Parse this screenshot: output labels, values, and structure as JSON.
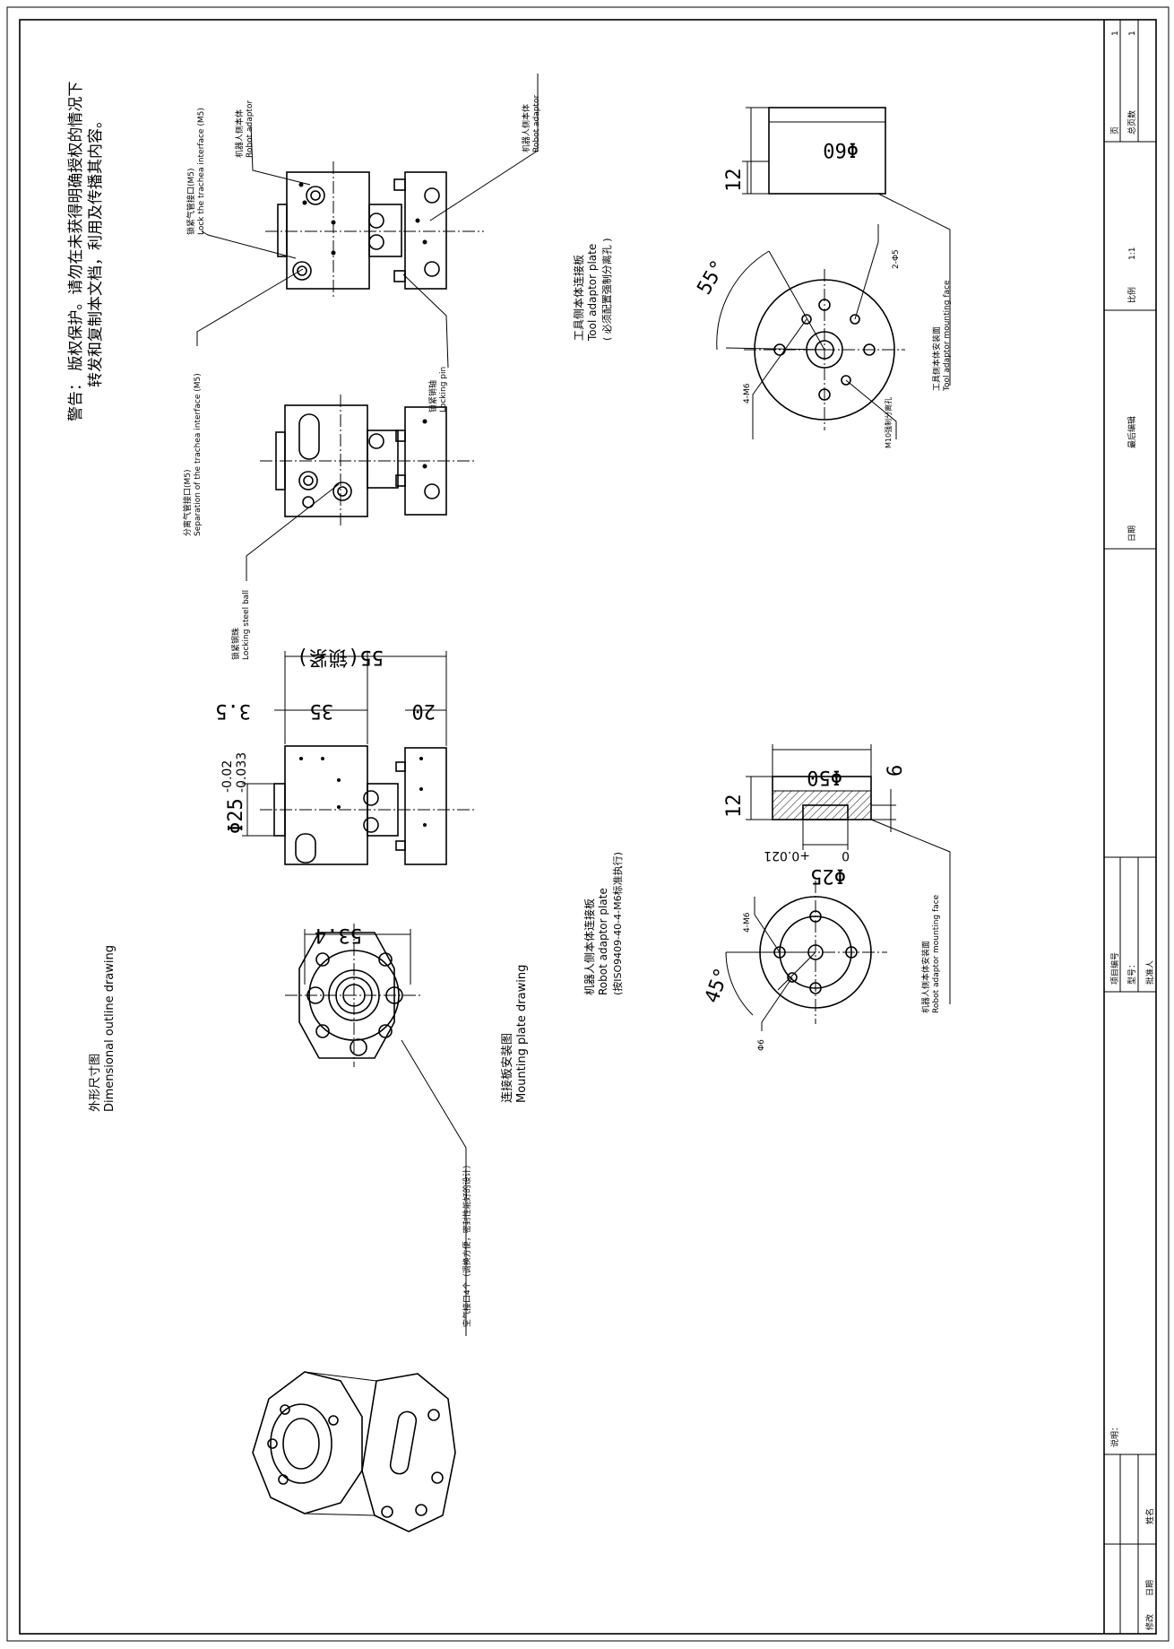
{
  "warning": {
    "line1": "警告： 版权保护。请勿在未获得明确授权的情况下",
    "line2": "转发和复制本文档，利用及传播其内容。"
  },
  "labels": {
    "tracheal_lock_cn": "锁紧气管接口(M5)",
    "tracheal_lock_en": "Lock the trachea interface (M5)",
    "robot_adaptor_cn_top": "机器人侧本体",
    "robot_adaptor_en_top": "Robot adaptor",
    "robot_adaptor_cn_right": "机器人侧本体",
    "robot_adaptor_en_right": "Robot adaptor",
    "locking_pin_cn": "锁紧销轴",
    "locking_pin_en": "Locking pin",
    "tracheal_sep_cn": "分离气管接口(M5)",
    "tracheal_sep_en": "Separation of the trachea interface (M5)",
    "steel_ball_cn": "锁紧钢珠",
    "steel_ball_en": "Locking steel ball",
    "tool_plate_cn": "工具侧本体连接板",
    "tool_plate_en": "Tool adaptor plate",
    "tool_plate_note": "( 必须配置强制分离孔 )",
    "tool_face_cn": "工具侧本体安装面",
    "tool_face_en": "Tool adaptor mounting face",
    "tool_hole_m10": "M10强制分离孔",
    "robot_plate_cn": "机器人侧本体连接板",
    "robot_plate_en": "Robot adaptor plate",
    "robot_plate_note": "(按ISO9409-40-4-M6标准执行)",
    "robot_face_cn": "机器人侧本体安装面",
    "robot_face_en": "Robot adaptor mounting face",
    "outline_cn": "外形尺寸图",
    "outline_en": "Dimensional outline drawing",
    "mounting_cn": "连接板安装图",
    "mounting_en": "Mounting plate drawing",
    "air_port": "空气接口4个（调换方便，密封性能好的设计）",
    "hole_4m6_tool": "4-M6",
    "hole_2phi5": "2-Φ5",
    "hole_4m6_robot": "4-M6",
    "phi6": "Φ6"
  },
  "dimensions": {
    "d_phi60": "Φ60",
    "d_12_tool": "12",
    "d_55deg": "55°",
    "d_55_total": "55(锁紧)",
    "d_35": "35",
    "d_3_5": "3.5",
    "d_20": "20",
    "d_phi25_shaft": "Φ25",
    "d_phi25_tol_upper": "-0.02",
    "d_phi25_tol_lower": "-0.033",
    "d_phi50": "Φ50",
    "d_6": "6",
    "d_12_robot": "12",
    "d_phi25_recess": "Φ25",
    "d_phi25_recess_tol": "+0.021",
    "d_phi25_recess_tol0": "0",
    "d_45deg": "45°",
    "d_53_4": "53.4"
  },
  "title_block": {
    "page_label": "页",
    "page_value": "1",
    "total_label": "总页数",
    "total_value": "1",
    "scale_label": "比例",
    "scale_value": "1:1",
    "last_edit_label": "最后编辑",
    "date_label_top": "日期",
    "project_no_label": "项目编号",
    "model_label": "型号：",
    "approver_label": "批准人",
    "notes_label": "说明：",
    "name_label": "姓名",
    "date_label_bottom": "日期",
    "revision_label": "修改"
  }
}
